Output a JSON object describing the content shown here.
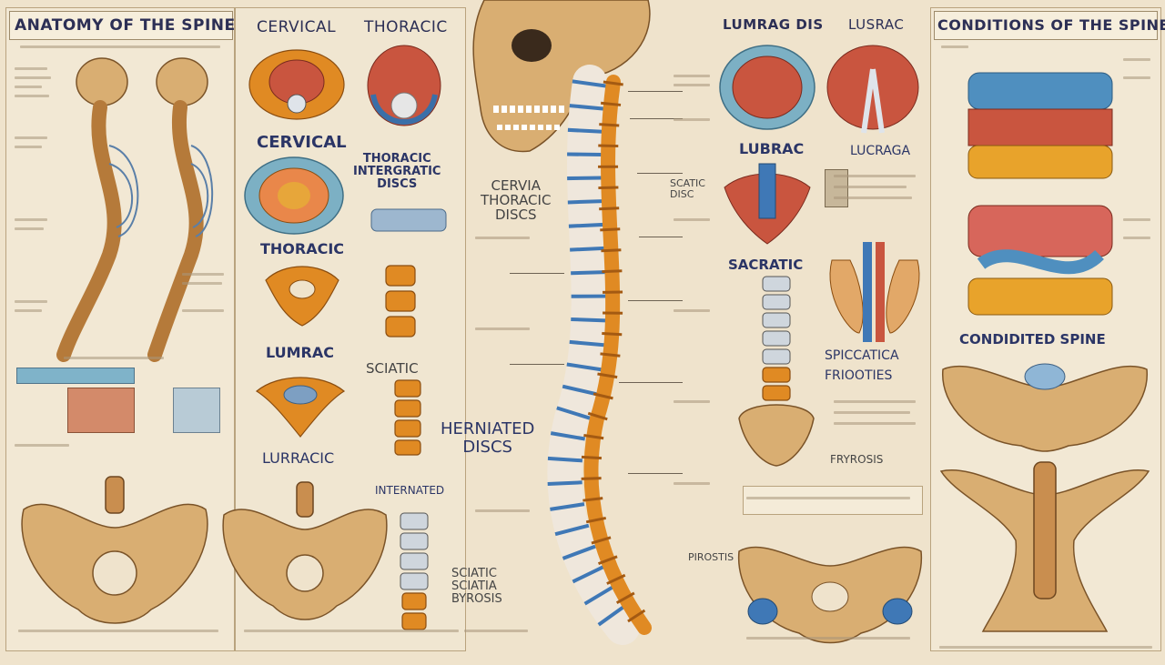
{
  "header": {
    "left_title": "ANATOMY OF THE SPINE",
    "cervical": "CERVICAL",
    "thoracic": "THORACIC",
    "lumbar_disc": "LUMRAG DIS",
    "lusrac": "LUSRAC",
    "right_title": "CONDITIONS OF THE SPINE"
  },
  "col2": {
    "cervical": "CERVICAL",
    "thoracic_intergratic": "THORACIC\nINTERGRATIC\nDISCS",
    "thoracic": "THORACIC",
    "lumrac": "LUMRAC",
    "sciatic": "SCIATIC",
    "lurracic": "LURRACIC",
    "internated": "INTERNATED"
  },
  "center": {
    "cervia_thoracic": "CERVIA\nTHORACIC\nDISCS",
    "herniated": "HERNIATED\nDISCS",
    "sciatic": "SCIATIC\nSCIATIA\nBYROSIS"
  },
  "col4": {
    "lubrac": "LUBRAC",
    "lucraga": "LUCRAGA",
    "scatic_disc": "SCATIC\nDISC",
    "sacratic": "SACRATIC",
    "spiccatica": "SPICCATICA\nFRIOOTIES",
    "fryrosis": "FRYROSIS",
    "pirostis": "PIROSTIS"
  },
  "right": {
    "conditioned": "CONDIDITED SPINE"
  },
  "colors": {
    "background": "#efe3cc",
    "title_blue": "#2c2f55",
    "bone": "#d9ae72",
    "vertebra_orange": "#e08a23",
    "disc_blue": "#3f78b6"
  }
}
